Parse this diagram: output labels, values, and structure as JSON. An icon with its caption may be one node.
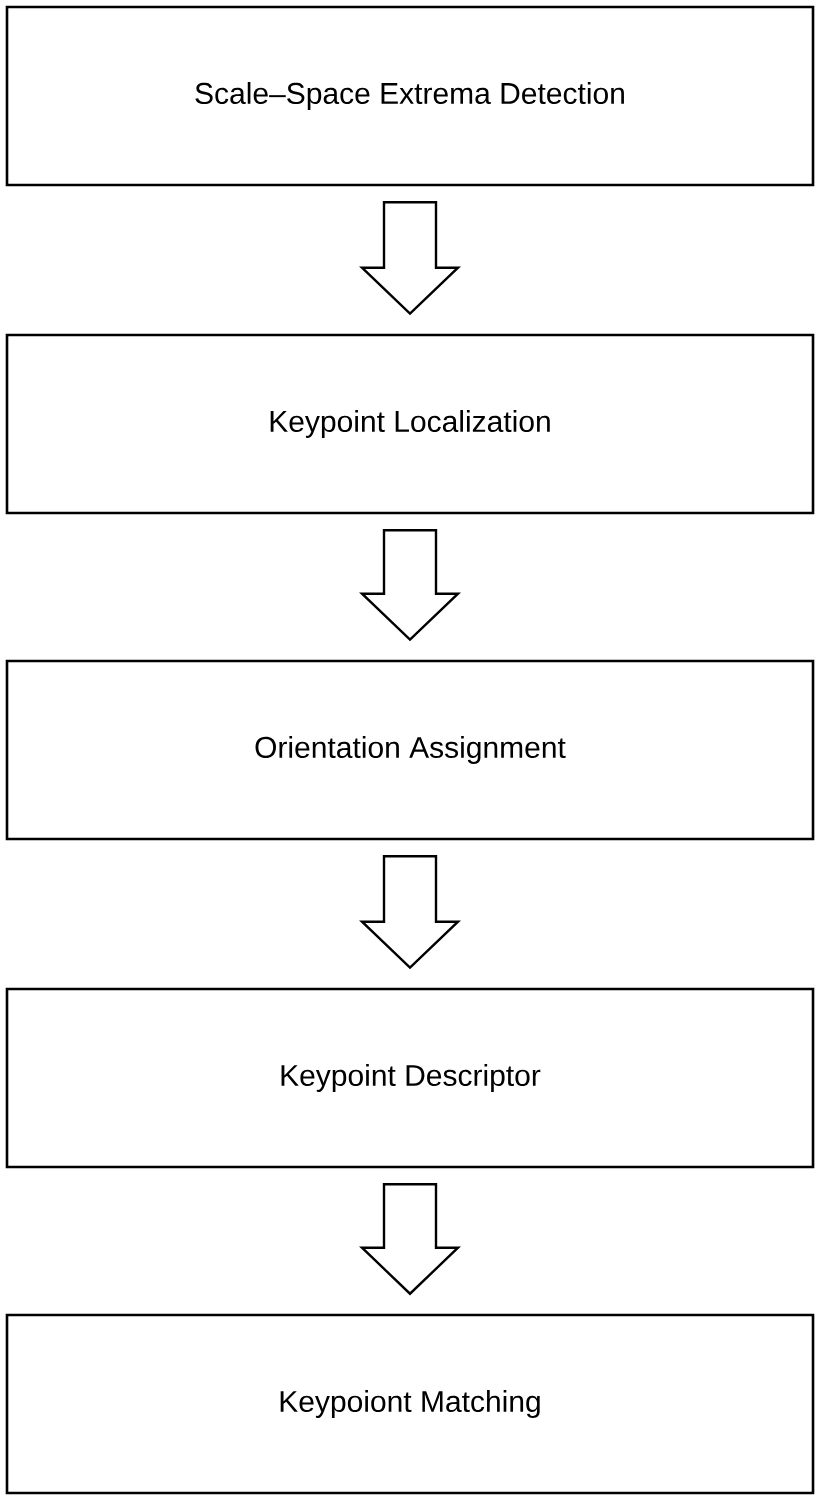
{
  "diagram": {
    "nodes": [
      {
        "text": [
          "Scale–Space Extrema Detection"
        ]
      },
      {
        "text": [
          "Keypoint Localization"
        ]
      },
      {
        "text": [
          "Orientation Assignment"
        ]
      },
      {
        "text": [
          "Keypoint Descriptor"
        ]
      },
      {
        "text": [
          "Keypoiont Matching"
        ]
      }
    ],
    "edges": [
      {
        "from": 0,
        "to": 1,
        "arrow": "to"
      },
      {
        "from": 1,
        "to": 2,
        "arrow": "to"
      },
      {
        "from": 2,
        "to": 3,
        "arrow": "to"
      },
      {
        "from": 3,
        "to": 4,
        "arrow": "to"
      }
    ]
  }
}
